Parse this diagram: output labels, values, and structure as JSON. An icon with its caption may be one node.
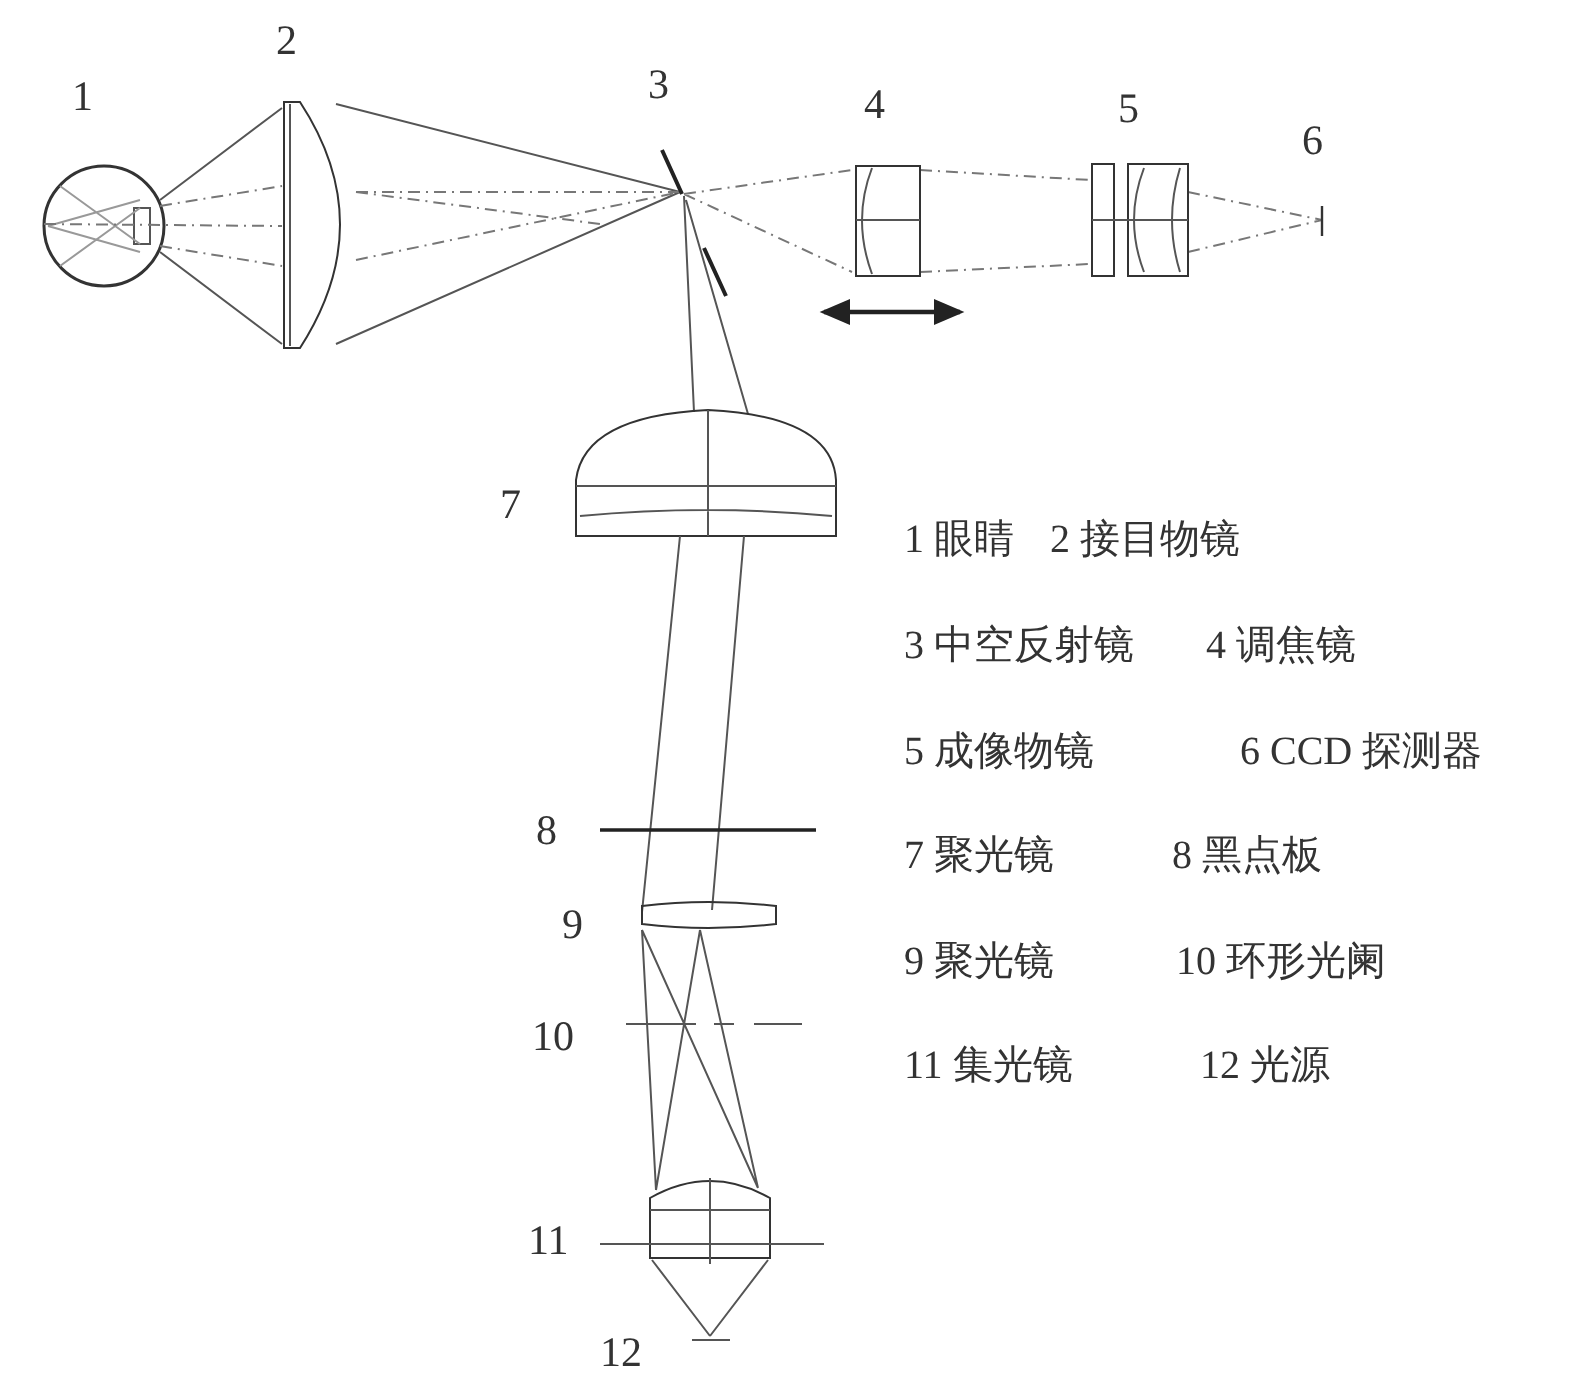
{
  "diagram": {
    "labels": [
      "2",
      "1",
      "3",
      "4",
      "5",
      "6",
      "7",
      "8",
      "9",
      "10",
      "11",
      "12",
      "1 眼睛",
      "2 接目物镜",
      "3 中空反射镜",
      "4 调焦镜",
      "5 成像物镜",
      "6 CCD 探测器",
      "7 聚光镜",
      "8 黑点板",
      "9 聚光镜",
      "10 环形光阑",
      "11 集光镜",
      "12 光源"
    ]
  }
}
